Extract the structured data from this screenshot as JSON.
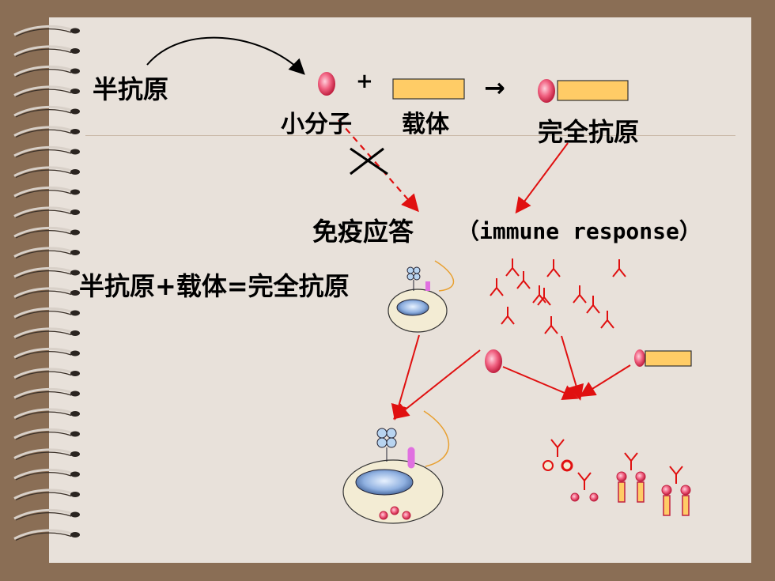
{
  "slide": {
    "hapten_label": "半抗原",
    "plus_sign": "+",
    "small_molecule_label": "小分子",
    "carrier_label": "载体",
    "arrow_symbol": "→",
    "complete_antigen_label": "完全抗原",
    "immune_response_cn": "免疫应答",
    "immune_response_en": "（immune response）",
    "equation": "半抗原+载体=完全抗原"
  },
  "colors": {
    "red": "#e01010",
    "carrier": "#ffcc66",
    "hapten": "#f06080",
    "paper": "#e8e1da",
    "background": "#8a6e55"
  }
}
